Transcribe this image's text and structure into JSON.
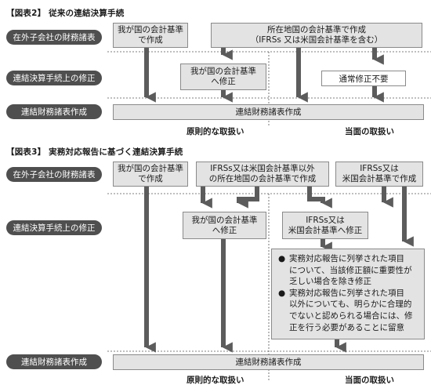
{
  "fig2": {
    "title": "【図表2】 従来の連結決算手続",
    "rows": {
      "statements": "在外子会社の財務諸表",
      "adjust": "連結決算手続上の修正",
      "consolidated": "連結財務諸表作成"
    },
    "box_japan": [
      "我が国の会計基準",
      "で作成"
    ],
    "box_local": [
      "所在地国の会計基準で作成",
      "（IFRSs 又は米国会計基準を含む）"
    ],
    "box_adjust": [
      "我が国の会計基準",
      "へ修正"
    ],
    "box_no_adjust": "通常修正不要",
    "box_consolidated": "連結財務諸表作成",
    "foot_principle": "原則的な取扱い",
    "foot_current": "当面の取扱い"
  },
  "fig3": {
    "title": "【図表3】 実務対応報告に基づく連結決算手続",
    "rows": {
      "statements": "在外子会社の財務諸表",
      "adjust": "連結決算手続上の修正",
      "consolidated": "連結財務諸表作成"
    },
    "box_japan": [
      "我が国の会計基準",
      "で作成"
    ],
    "box_local": [
      "IFRSs又は米国会計基準以外",
      "の所在地国の会計基準で作成"
    ],
    "box_ifrs": [
      "IFRSs又は",
      "米国会計基準で作成"
    ],
    "box_adjust_japan": [
      "我が国の会計基準",
      "へ修正"
    ],
    "box_adjust_ifrs": [
      "IFRSs又は",
      "米国会計基準へ修正"
    ],
    "notes": [
      {
        "bullet": "●",
        "lines": [
          "実務対応報告に列挙された項目",
          "について、当該修正額に重要性が",
          "乏しい場合を除き修正"
        ]
      },
      {
        "bullet": "●",
        "lines": [
          "実務対応報告に列挙された項目",
          "以外についても、明らかに合理的",
          "でないと認められる場合には、修",
          "正を行う必要があることに留意"
        ]
      }
    ],
    "box_consolidated": "連結財務諸表作成",
    "foot_principle": "原則的な取扱い",
    "foot_current": "当面の取扱い"
  }
}
